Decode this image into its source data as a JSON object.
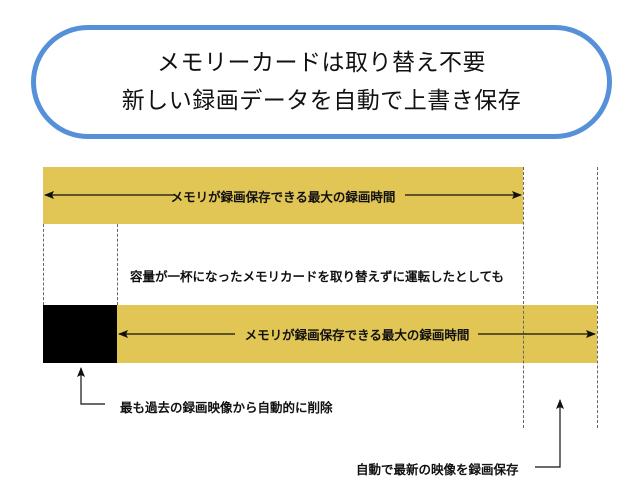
{
  "title": {
    "line1": "メモリーカードは取り替え不要",
    "line2": "新しい録画データを自動で上書き保存"
  },
  "bars": {
    "top_label": "メモリが録画保存できる最大の録画時間",
    "bottom_label": "メモリが録画保存できる最大の録画時間"
  },
  "notes": {
    "middle": "容量が一杯になったメモリカードを取り替えずに運転したとしても",
    "deleted": "最も過去の録画映像から自動的に削除",
    "saved": "自動で最新の映像を録画保存"
  },
  "colors": {
    "pill_border": "#5590D8",
    "bar_fill": "#E1C555",
    "deleted_segment": "#000000"
  }
}
